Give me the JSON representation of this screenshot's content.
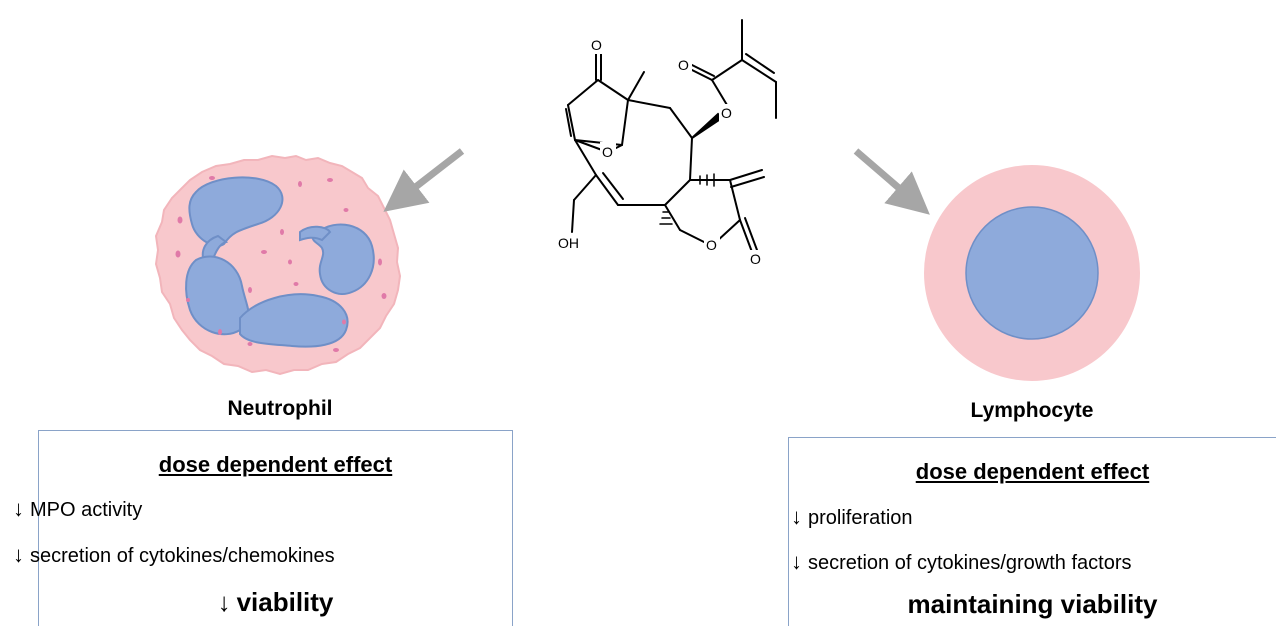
{
  "molecule": {
    "atom_labels": [
      "O",
      "O",
      "O",
      "O",
      "O",
      "O",
      "OH"
    ]
  },
  "neutrophil": {
    "name": "Neutrophil",
    "heading": "dose dependent effect",
    "effects": [
      {
        "arrow": "↓",
        "text": "MPO activity"
      },
      {
        "arrow": "↓",
        "text": "secretion of cytokines/chemokines"
      }
    ],
    "viability": {
      "arrow": "↓",
      "text": "viability"
    }
  },
  "lymphocyte": {
    "name": "Lymphocyte",
    "heading": "dose dependent effect",
    "effects": [
      {
        "arrow": "↓",
        "text": "proliferation"
      },
      {
        "arrow": "↓",
        "text": "secretion of cytokines/growth factors"
      }
    ],
    "viability": {
      "text": "maintaining viability"
    }
  },
  "colors": {
    "cytoplasm": "#f8c8cc",
    "nucleus": "#8eaadb",
    "granule": "#e07aa8",
    "arrow": "#a6a6a6",
    "panel_border": "#8aa3c8"
  }
}
